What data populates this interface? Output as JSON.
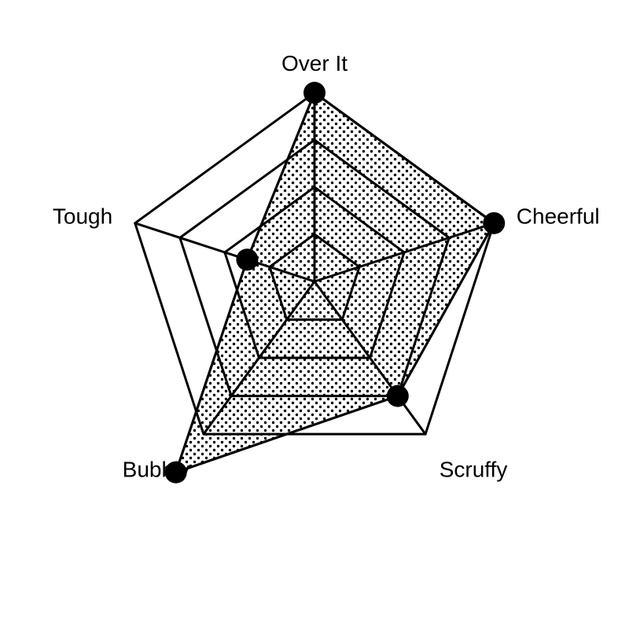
{
  "chart_data": {
    "type": "radar",
    "axes": [
      "Over It",
      "Cheerful",
      "Scruffy",
      "Bubbly",
      "Tough"
    ],
    "values": [
      4,
      4,
      3,
      5,
      1.5
    ],
    "range": [
      0,
      4
    ],
    "rings": 4,
    "fill_pattern": "dots",
    "line_color": "#000000",
    "background": "#ffffff"
  }
}
